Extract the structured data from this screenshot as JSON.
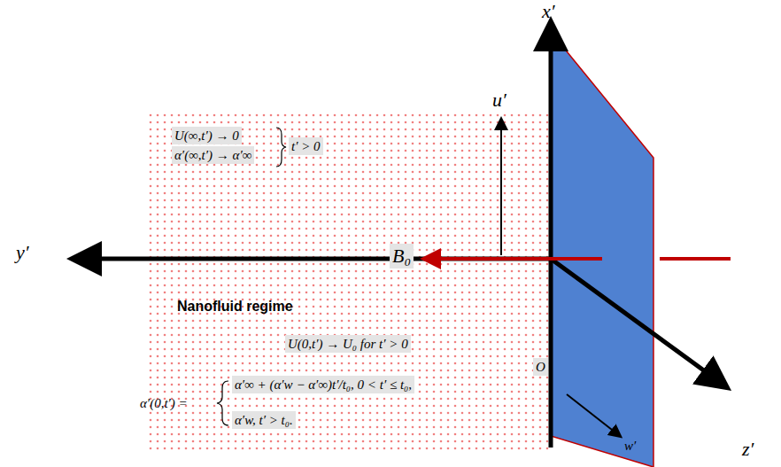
{
  "diagram": {
    "labels": [
      "x′",
      "y′",
      "z′",
      "w′",
      "u′",
      "B₀",
      "O",
      "Nanofluid regime",
      "U(∞,t′) → 0",
      "α′(∞,t′) → α′∞",
      "t′ > 0",
      "U(0,t′) → U₀  for t′ > 0",
      "α′(0,t′) =",
      "α′∞ + (α′w − α′∞)t′/t₀, 0 < t′ ≤ t₀,",
      "α′w, t′ > t₀."
    ]
  }
}
